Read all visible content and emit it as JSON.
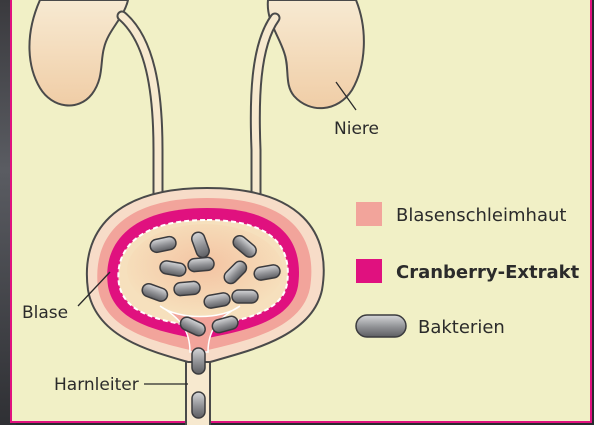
{
  "labels": {
    "kidney": "Niere",
    "bladder": "Blase",
    "ureter": "Harnleiter"
  },
  "legend": {
    "mucosa": "Blasenschleimhaut",
    "cranberry": "Cranberry-Extrakt",
    "bacteria": "Bakterien"
  },
  "colors": {
    "background": "#f1f0c6",
    "frame": "#e0117f",
    "mucosa": "#f2a49b",
    "cranberry": "#e0117f",
    "bacteria": "#8c8d90"
  }
}
